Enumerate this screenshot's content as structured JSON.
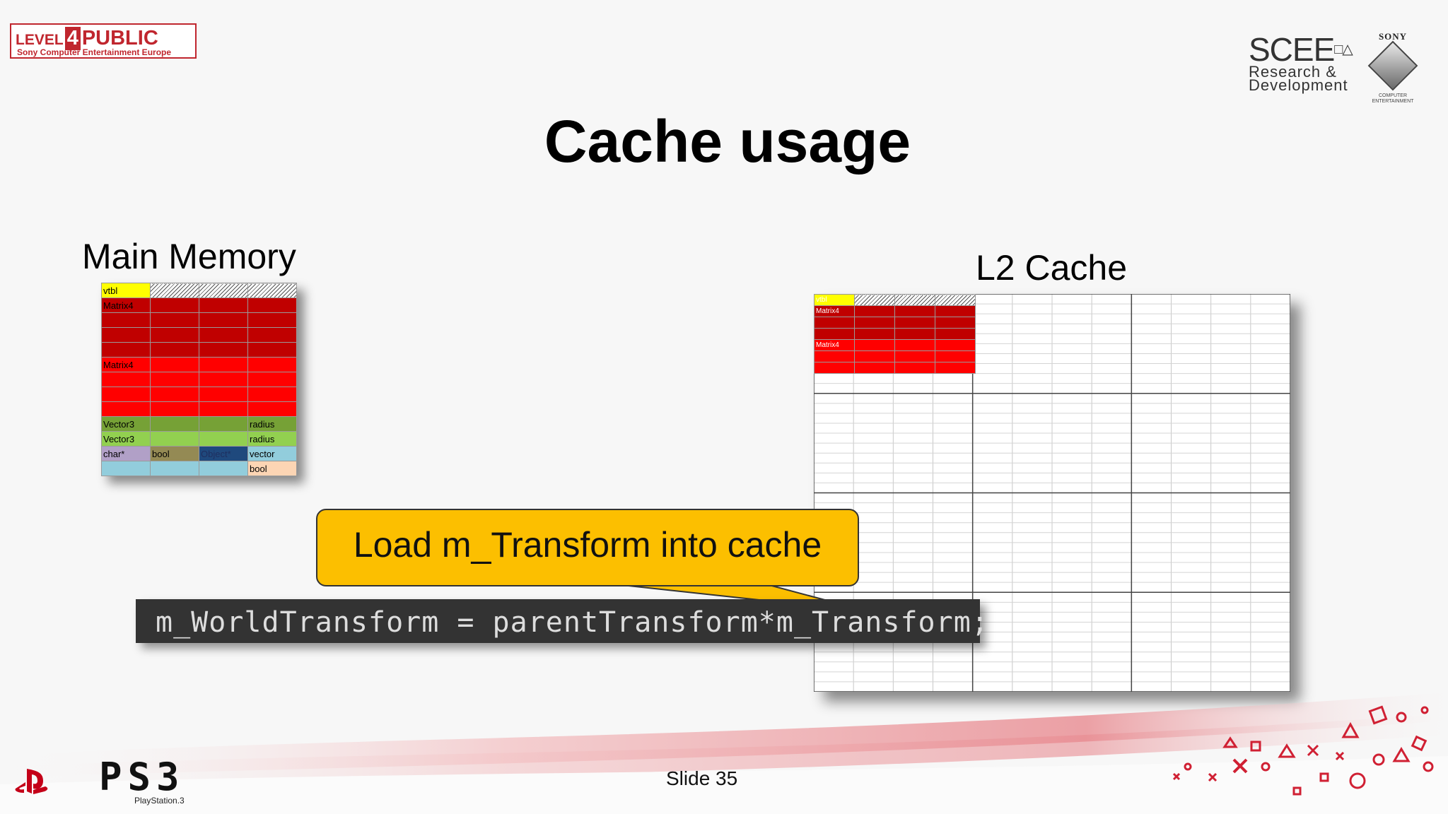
{
  "header": {
    "level4_logo": {
      "level": "LEVEL",
      "number": "4",
      "label": "PUBLIC",
      "subtitle": "Sony Computer Entertainment Europe"
    },
    "sce_logo": {
      "name": "SCEE",
      "line1": "Research &",
      "line2": "Development"
    },
    "sony_logo": {
      "word": "SONY",
      "caption": "COMPUTER ENTERTAINMENT"
    }
  },
  "slide": {
    "title": "Cache usage",
    "main_memory_label": "Main Memory",
    "l2_cache_label": "L2 Cache",
    "callout": "Load m_Transform into cache",
    "code": "m_WorldTransform = parentTransform*m_Transform;",
    "slide_number": "Slide 35"
  },
  "colors": {
    "vtbl": "#ffff00",
    "matrix_dark": "#c00000",
    "matrix_bright": "#ff0000",
    "vector_green": "#76a136",
    "vector_green_light": "#92d050",
    "char_purple": "#b1a0c7",
    "bool_olive": "#948a54",
    "object_blue": "#1f497d",
    "vector_cyan": "#92cddc",
    "bool_peach": "#fcd5b4",
    "callout_fill": "#fcbf00",
    "code_bg": "#333333"
  },
  "main_memory": {
    "rows": [
      [
        {
          "t": "vtbl",
          "c": "vtbl"
        },
        {
          "t": "",
          "c": "hatch"
        },
        {
          "t": "",
          "c": "hatch"
        },
        {
          "t": "",
          "c": "hatch"
        }
      ],
      [
        {
          "t": "Matrix4",
          "c": "matrix_dark"
        },
        {
          "t": "",
          "c": "matrix_dark"
        },
        {
          "t": "",
          "c": "matrix_dark"
        },
        {
          "t": "",
          "c": "matrix_dark"
        }
      ],
      [
        {
          "t": "",
          "c": "matrix_dark"
        },
        {
          "t": "",
          "c": "matrix_dark"
        },
        {
          "t": "",
          "c": "matrix_dark"
        },
        {
          "t": "",
          "c": "matrix_dark"
        }
      ],
      [
        {
          "t": "",
          "c": "matrix_dark"
        },
        {
          "t": "",
          "c": "matrix_dark"
        },
        {
          "t": "",
          "c": "matrix_dark"
        },
        {
          "t": "",
          "c": "matrix_dark"
        }
      ],
      [
        {
          "t": "",
          "c": "matrix_dark"
        },
        {
          "t": "",
          "c": "matrix_dark"
        },
        {
          "t": "",
          "c": "matrix_dark"
        },
        {
          "t": "",
          "c": "matrix_dark"
        }
      ],
      [
        {
          "t": "Matrix4",
          "c": "matrix_bright"
        },
        {
          "t": "",
          "c": "matrix_bright"
        },
        {
          "t": "",
          "c": "matrix_bright"
        },
        {
          "t": "",
          "c": "matrix_bright"
        }
      ],
      [
        {
          "t": "",
          "c": "matrix_bright"
        },
        {
          "t": "",
          "c": "matrix_bright"
        },
        {
          "t": "",
          "c": "matrix_bright"
        },
        {
          "t": "",
          "c": "matrix_bright"
        }
      ],
      [
        {
          "t": "",
          "c": "matrix_bright"
        },
        {
          "t": "",
          "c": "matrix_bright"
        },
        {
          "t": "",
          "c": "matrix_bright"
        },
        {
          "t": "",
          "c": "matrix_bright"
        }
      ],
      [
        {
          "t": "",
          "c": "matrix_bright"
        },
        {
          "t": "",
          "c": "matrix_bright"
        },
        {
          "t": "",
          "c": "matrix_bright"
        },
        {
          "t": "",
          "c": "matrix_bright"
        }
      ],
      [
        {
          "t": "Vector3",
          "c": "vector_green"
        },
        {
          "t": "",
          "c": "vector_green"
        },
        {
          "t": "",
          "c": "vector_green"
        },
        {
          "t": "radius",
          "c": "vector_green"
        }
      ],
      [
        {
          "t": "Vector3",
          "c": "vector_green_light"
        },
        {
          "t": "",
          "c": "vector_green_light"
        },
        {
          "t": "",
          "c": "vector_green_light"
        },
        {
          "t": "radius",
          "c": "vector_green_light"
        }
      ],
      [
        {
          "t": "char*",
          "c": "char_purple"
        },
        {
          "t": "bool",
          "c": "bool_olive"
        },
        {
          "t": "Object*",
          "c": "object_blue"
        },
        {
          "t": "vector",
          "c": "vector_cyan"
        }
      ],
      [
        {
          "t": "",
          "c": "vector_cyan"
        },
        {
          "t": "",
          "c": "vector_cyan"
        },
        {
          "t": "",
          "c": "vector_cyan"
        },
        {
          "t": "bool",
          "c": "bool_peach"
        }
      ]
    ]
  },
  "l2_cache": {
    "used_rows": [
      [
        {
          "t": "vtbl",
          "c": "vtbl"
        },
        {
          "t": "",
          "c": "hatch"
        },
        {
          "t": "",
          "c": "hatch"
        },
        {
          "t": "",
          "c": "hatch"
        }
      ],
      [
        {
          "t": "Matrix4",
          "c": "matrix_dark"
        },
        {
          "t": "",
          "c": "matrix_dark"
        },
        {
          "t": "",
          "c": "matrix_dark"
        },
        {
          "t": "",
          "c": "matrix_dark"
        }
      ],
      [
        {
          "t": "",
          "c": "matrix_dark"
        },
        {
          "t": "",
          "c": "matrix_dark"
        },
        {
          "t": "",
          "c": "matrix_dark"
        },
        {
          "t": "",
          "c": "matrix_dark"
        }
      ],
      [
        {
          "t": "",
          "c": "matrix_dark"
        },
        {
          "t": "",
          "c": "matrix_dark"
        },
        {
          "t": "",
          "c": "matrix_dark"
        },
        {
          "t": "",
          "c": "matrix_dark"
        }
      ],
      [
        {
          "t": "Matrix4",
          "c": "matrix_bright"
        },
        {
          "t": "",
          "c": "matrix_bright"
        },
        {
          "t": "",
          "c": "matrix_bright"
        },
        {
          "t": "",
          "c": "matrix_bright"
        }
      ],
      [
        {
          "t": "",
          "c": "matrix_bright"
        },
        {
          "t": "",
          "c": "matrix_bright"
        },
        {
          "t": "",
          "c": "matrix_bright"
        },
        {
          "t": "",
          "c": "matrix_bright"
        }
      ],
      [
        {
          "t": "",
          "c": "matrix_bright"
        },
        {
          "t": "",
          "c": "matrix_bright"
        },
        {
          "t": "",
          "c": "matrix_bright"
        },
        {
          "t": "",
          "c": "matrix_bright"
        }
      ]
    ]
  },
  "footer": {
    "ps3_mark": "PS3",
    "ps3_caption": "PlayStation.3",
    "icons": [
      "playstation-icon",
      "playstation-shapes-decoration"
    ]
  }
}
